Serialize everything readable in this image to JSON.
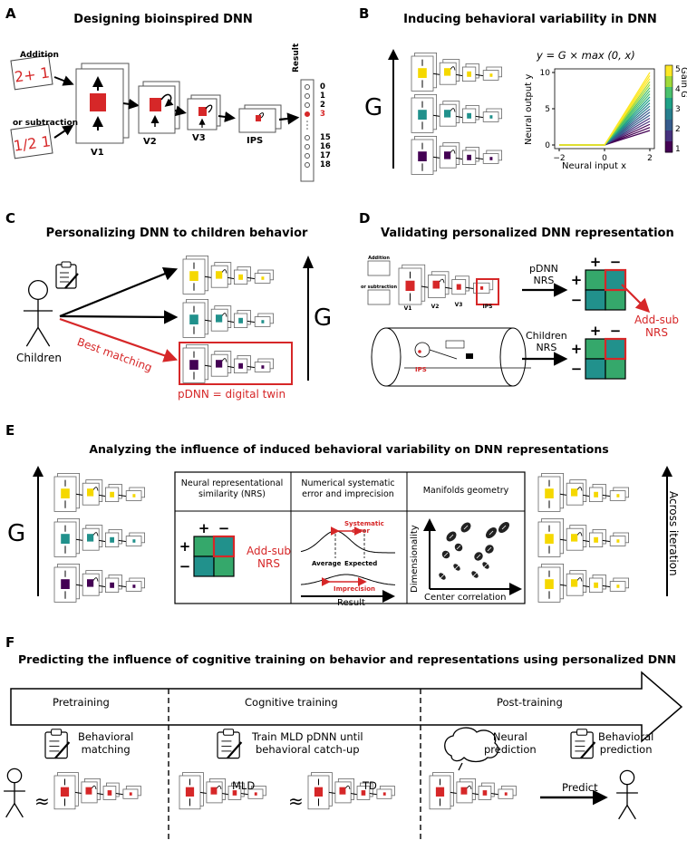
{
  "panels": {
    "A": {
      "letter": "A",
      "title": "Designing bioinspired DNN",
      "addition": "Addition",
      "addition_sample": "2+1",
      "subtraction": "or subtraction",
      "subtraction_sample": "1/2-1",
      "layers": [
        "V1",
        "V2",
        "V3",
        "IPS"
      ],
      "result_label": "Result",
      "result_top": [
        "0",
        "1",
        "2",
        "3"
      ],
      "result_bottom": [
        "15",
        "16",
        "17",
        "18"
      ],
      "highlight_value": "3"
    },
    "B": {
      "letter": "B",
      "title": "Inducing behavioral variability in DNN",
      "axis_symbol": "G",
      "equation": "y = G × max (0, x)",
      "chart": {
        "xlabel": "Neural input x",
        "ylabel": "Neural output y",
        "colorbar_label": "Gain G",
        "x_ticks": [
          "−2",
          "0",
          "2"
        ],
        "y_ticks": [
          "0",
          "5",
          "10"
        ],
        "cbar_ticks": [
          "1",
          "2",
          "3",
          "4",
          "5"
        ]
      }
    },
    "C": {
      "letter": "C",
      "title": "Personalizing DNN to children behavior",
      "children": "Children",
      "best_matching": "Best matching",
      "digital_twin": "pDNN = digital twin",
      "axis_symbol": "G"
    },
    "D": {
      "letter": "D",
      "title": "Validating personalized DNN representation",
      "pdnn_nrs": [
        "pDNN",
        "NRS"
      ],
      "children_nrs": [
        "Children",
        "NRS"
      ],
      "add_sub_nrs": [
        "Add-sub",
        "NRS"
      ],
      "plus": "+",
      "minus": "−",
      "ips": "IPS",
      "addition": "Addition",
      "subtraction": "or subtraction",
      "layers": [
        "V1",
        "V2",
        "V3",
        "IPS"
      ]
    },
    "E": {
      "letter": "E",
      "title": "Analyzing the influence of induced behavioral variability on DNN representations",
      "axis_symbol": "G",
      "col1": "Neural representational similarity (NRS)",
      "col2": "Numerical systematic error and imprecision",
      "col3": "Manifolds geometry",
      "add_sub_nrs": [
        "Add-sub",
        "NRS"
      ],
      "systematic_error": "Systematic error",
      "average": "Average",
      "expected": "Expected",
      "imprecision": "Imprecision",
      "result": "Result",
      "dimensionality": "Dimensionality",
      "center_correlation": "Center correlation",
      "across_iteration": "Across iteration",
      "plus": "+",
      "minus": "−"
    },
    "F": {
      "letter": "F",
      "title": "Predicting the influence of cognitive training on behavior and representations using personalized DNN",
      "stages": [
        "Pretraining",
        "Cognitive training",
        "Post-training"
      ],
      "behavioral_matching": [
        "Behavioral",
        "matching"
      ],
      "train_mld": [
        "Train MLD pDNN until",
        "behavioral catch-up"
      ],
      "neural_prediction": [
        "Neural",
        "prediction"
      ],
      "behavioral_prediction": [
        "Behavioral",
        "prediction"
      ],
      "mld": "MLD",
      "td": "TD",
      "approx": "≈",
      "predict": "Predict"
    }
  },
  "colors": {
    "red": "#d62728",
    "yellow": "#f5d800",
    "teal": "#21918c",
    "purple": "#440154",
    "green": "#35a86b",
    "dark_teal": "#1f7a73"
  }
}
